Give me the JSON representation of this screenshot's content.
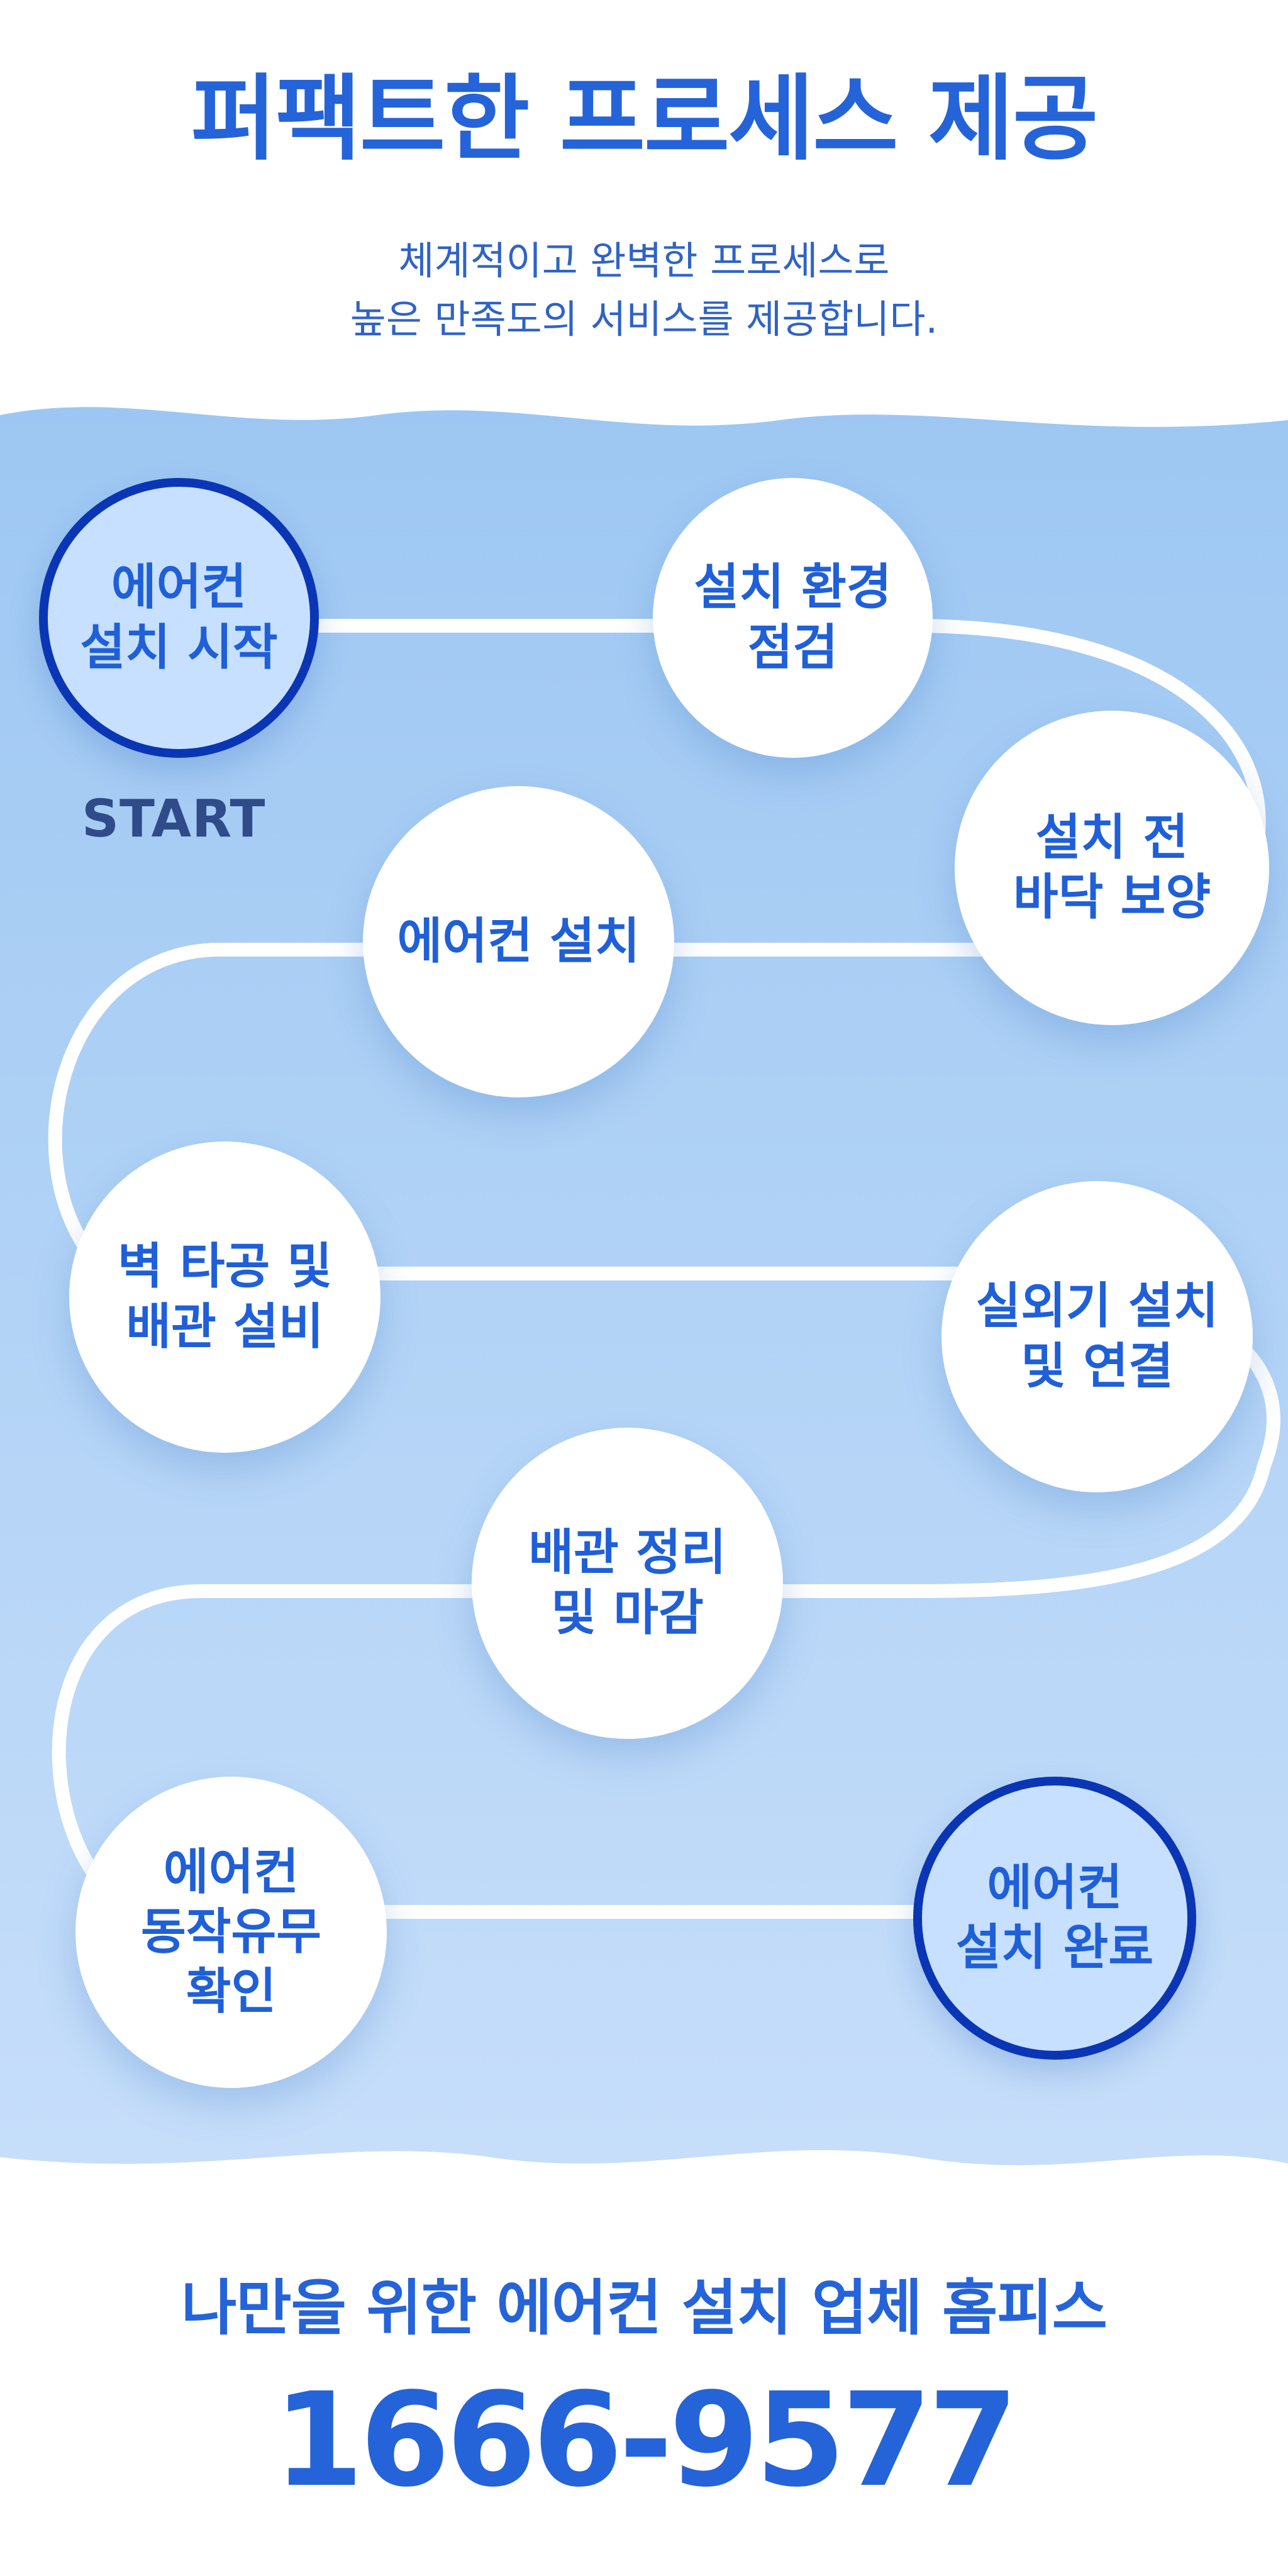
{
  "header": {
    "title": "퍼팩트한 프로세스 제공",
    "subtitle": "체계적이고 완벽한 프로세스로\n높은 만족도의 서비스를 제공합니다."
  },
  "process": {
    "start_label": "START",
    "steps": [
      {
        "label": "에어컨\n설치 시작"
      },
      {
        "label": "설치 환경\n점검"
      },
      {
        "label": "설치 전\n바닥 보양"
      },
      {
        "label": "에어컨 설치"
      },
      {
        "label": "벽 타공 및\n배관 설비"
      },
      {
        "label": "실외기 설치\n및 연결"
      },
      {
        "label": "배관 정리\n및 마감"
      },
      {
        "label": "에어컨\n동작유무\n확인"
      },
      {
        "label": "에어컨\n설치 완료"
      }
    ]
  },
  "footer": {
    "tagline": "나만을 위한 에어컨 설치 업체 홈피스",
    "phone": "1666-9577"
  },
  "colors": {
    "accent": "#2563d9",
    "band_top": "#9dc7f2",
    "band_bottom": "#c6defa",
    "ring": "#0a36b5",
    "emph_fill": "#c7e0ff",
    "path": "#ffffff"
  }
}
